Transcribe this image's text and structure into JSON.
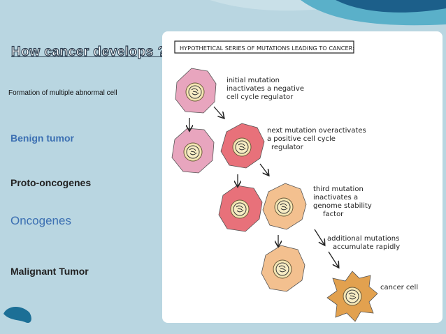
{
  "slide": {
    "title": "How cancer develops ?",
    "items": [
      "Formation of multiple abnormal cell",
      "Benign tumor",
      "Proto-oncogenes",
      "Oncogenes",
      "Malignant  Tumor"
    ]
  },
  "figure": {
    "heading": "HYPOTHETICAL SERIES OF MUTATIONS LEADING TO CANCER:",
    "note1": [
      "initial mutation",
      "inactivates a negative",
      "cell cycle regulator"
    ],
    "note2": [
      "next mutation overactivates",
      "a positive cell cycle",
      "regulator"
    ],
    "note3": [
      "third mutation",
      "inactivates a",
      "genome stability",
      "factor"
    ],
    "note4": [
      "additional mutations",
      "accumulate rapidly"
    ],
    "note5": "cancer cell"
  },
  "colors": {
    "background": "#b9d6e1",
    "accent_blue": "#3b6fb2",
    "wave_dark": "#1c5f8a",
    "cell_pink": "#e8a5be",
    "cell_red": "#e8717a",
    "cell_peach": "#f3c08f",
    "cell_orange": "#e2a14f"
  }
}
